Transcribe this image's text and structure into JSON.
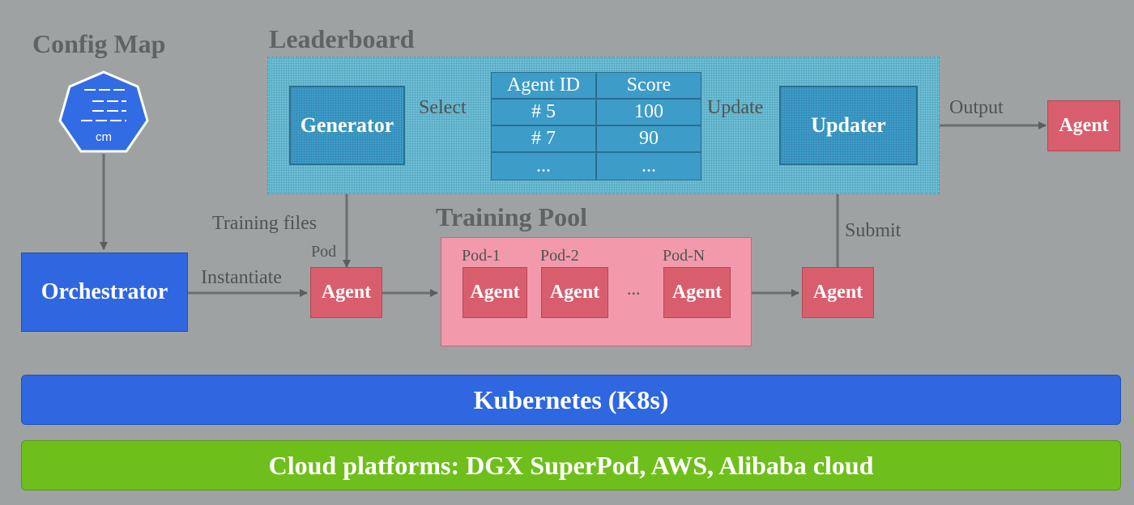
{
  "config_map": {
    "title": "Config Map",
    "icon_label": "cm",
    "icon": "config-map-icon"
  },
  "leaderboard": {
    "title": "Leaderboard",
    "generator": "Generator",
    "updater": "Updater",
    "table": {
      "headers": [
        "Agent ID",
        "Score"
      ],
      "rows": [
        [
          "# 5",
          "100"
        ],
        [
          "# 7",
          "90"
        ],
        [
          "...",
          "..."
        ]
      ]
    }
  },
  "edges": {
    "select": "Select",
    "update": "Update",
    "output": "Output",
    "training_files": "Training files",
    "pod": "Pod",
    "instantiate": "Instantiate",
    "submit": "Submit"
  },
  "orchestrator": "Orchestrator",
  "training_pool": {
    "title": "Training Pool",
    "pods": [
      {
        "label": "Pod-1",
        "agent": "Agent"
      },
      {
        "label": "Pod-2",
        "agent": "Agent"
      },
      {
        "label": "Pod-N",
        "agent": "Agent"
      }
    ],
    "ellipsis": "..."
  },
  "agents": {
    "input": "Agent",
    "submitted": "Agent",
    "output": "Agent"
  },
  "kubernetes": "Kubernetes (K8s)",
  "cloud": "Cloud platforms: DGX SuperPod, AWS,  Alibaba cloud",
  "colors": {
    "background": "#9ea2a2",
    "leaderboard": "#6bbfd6",
    "agent": "#d95e6d",
    "pool": "#f29aab",
    "kubernetes": "#2f67e0",
    "cloud": "#6fbf1c"
  }
}
